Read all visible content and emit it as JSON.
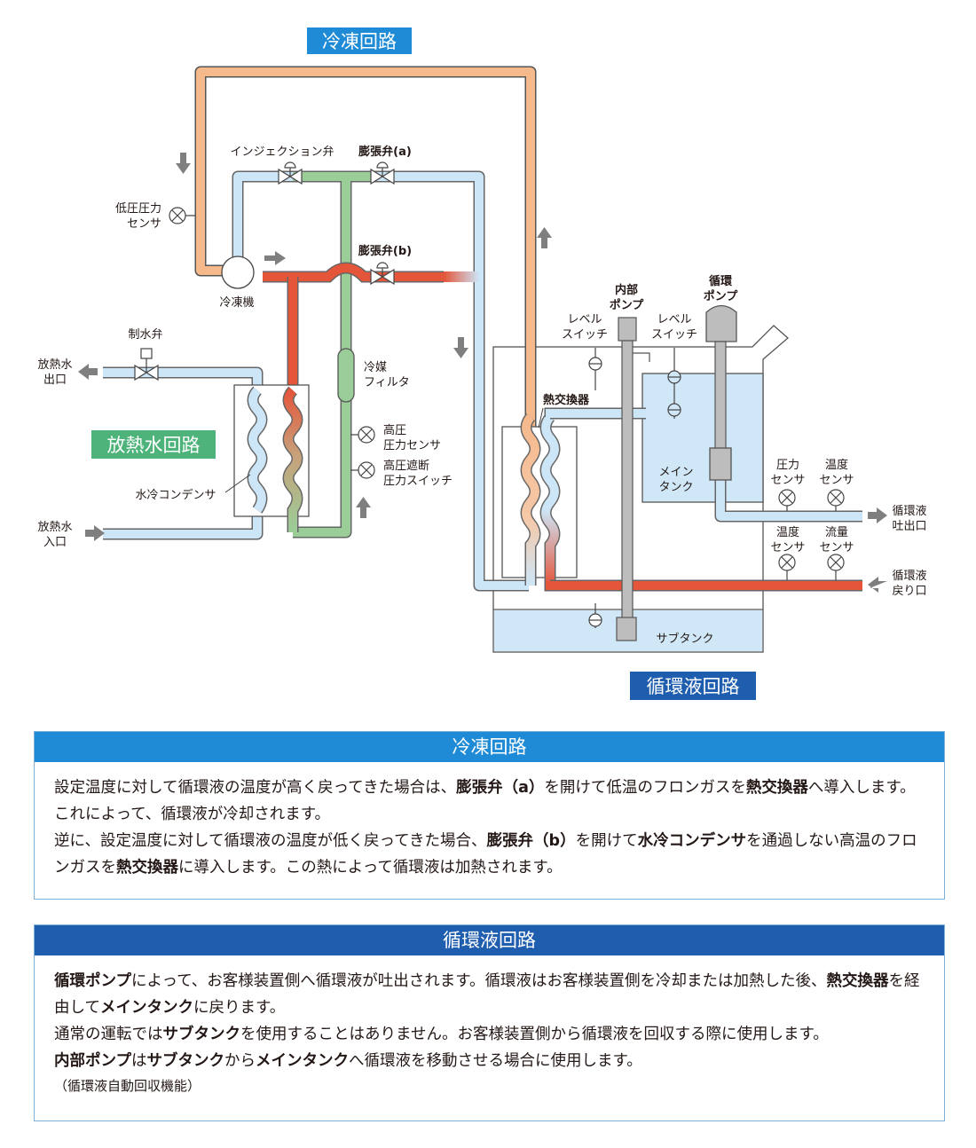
{
  "colors": {
    "refrigeration": "#F5B98C",
    "liquid": "#CDE6F7",
    "hot_gas": "#E4553A",
    "refrigerant_green": "#9ACD98",
    "tank_water": "#CFE7F7",
    "head_light_blue": "#1F8BD6",
    "head_dark_blue": "#1F5DAE",
    "head_green": "#4DB37A",
    "arrow_gray": "#7F7F7F"
  },
  "diagram": {
    "section_labels": {
      "refrigeration": "冷凍回路",
      "radiator_water": "放熱水回路",
      "circulating_fluid": "循環液回路"
    },
    "labels": {
      "injection_valve": "インジェクション弁",
      "expansion_valve_a": "膨張弁(a)",
      "expansion_valve_b": "膨張弁(b)",
      "low_pressure_sensor_1": "低圧圧力",
      "low_pressure_sensor_2": "センサ",
      "refrigerator": "冷凍機",
      "water_control_valve": "制水弁",
      "radiator_outlet_1": "放熱水",
      "radiator_outlet_2": "出口",
      "radiator_inlet_1": "放熱水",
      "radiator_inlet_2": "入口",
      "refrigerant_filter_1": "冷媒",
      "refrigerant_filter_2": "フィルタ",
      "hp_sensor_1": "高圧",
      "hp_sensor_2": "圧力センサ",
      "hp_switch_1": "高圧遮断",
      "hp_switch_2": "圧力スイッチ",
      "water_condenser": "水冷コンデンサ",
      "internal_pump_1": "内部",
      "internal_pump_2": "ポンプ",
      "circ_pump_1": "循環",
      "circ_pump_2": "ポンプ",
      "level_switch_1": "レベル",
      "level_switch_2": "スイッチ",
      "heat_exchanger": "熱交換器",
      "main_tank_1": "メイン",
      "main_tank_2": "タンク",
      "pressure_sensor_1": "圧力",
      "pressure_sensor_2": "センサ",
      "temp_sensor_1": "温度",
      "temp_sensor_2": "センサ",
      "flow_sensor_1": "流量",
      "flow_sensor_2": "センサ",
      "fluid_outlet_1": "循環液",
      "fluid_outlet_2": "吐出口",
      "fluid_return_1": "循環液",
      "fluid_return_2": "戻り口",
      "sub_tank": "サブタンク"
    }
  },
  "panels": {
    "refrigeration": {
      "title": "冷凍回路",
      "p1": [
        {
          "t": "設定温度に対して循環液の温度が高く戻ってきた場合は、",
          "b": false
        },
        {
          "t": "膨張弁（a）",
          "b": true
        },
        {
          "t": "を開けて低温のフロンガスを",
          "b": false
        },
        {
          "t": "熱交換器",
          "b": true
        },
        {
          "t": "へ導入します。これによって、循環液が冷却されます。",
          "b": false
        }
      ],
      "p2": [
        {
          "t": "逆に、設定温度に対して循環液の温度が低く戻ってきた場合、",
          "b": false
        },
        {
          "t": "膨張弁（b）",
          "b": true
        },
        {
          "t": "を開けて",
          "b": false
        },
        {
          "t": "水冷コンデンサ",
          "b": true
        },
        {
          "t": "を通過しない高温のフロンガスを",
          "b": false
        },
        {
          "t": "熱交換器",
          "b": true
        },
        {
          "t": "に導入します。この熱によって循環液は加熱されます。",
          "b": false
        }
      ]
    },
    "circulating": {
      "title": "循環液回路",
      "p1": [
        {
          "t": "循環ポンプ",
          "b": true
        },
        {
          "t": "によって、お客様装置側へ循環液が吐出されます。循環液はお客様装置側を冷却または加熱した後、",
          "b": false
        },
        {
          "t": "熱交換器",
          "b": true
        },
        {
          "t": "を経由して",
          "b": false
        },
        {
          "t": "メインタンク",
          "b": true
        },
        {
          "t": "に戻ります。",
          "b": false
        }
      ],
      "p2": [
        {
          "t": "通常の運転では",
          "b": false
        },
        {
          "t": "サブタンク",
          "b": true
        },
        {
          "t": "を使用することはありません。お客様装置側から循環液を回収する際に使用します。",
          "b": false
        }
      ],
      "p3": [
        {
          "t": "内部ポンプ",
          "b": true
        },
        {
          "t": "は",
          "b": false
        },
        {
          "t": "サブタンク",
          "b": true
        },
        {
          "t": "から",
          "b": false
        },
        {
          "t": "メインタンク",
          "b": true
        },
        {
          "t": "へ循環液を移動させる場合に使用します。",
          "b": false
        }
      ],
      "note": "（循環液自動回収機能）"
    }
  }
}
